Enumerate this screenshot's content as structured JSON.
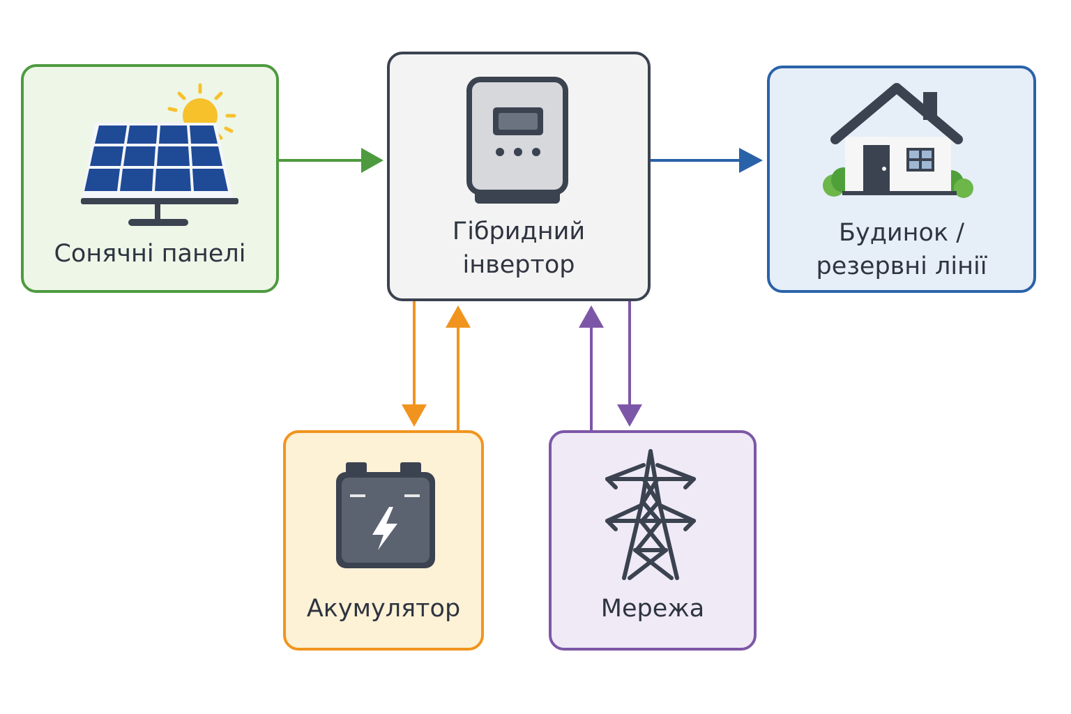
{
  "diagram": {
    "nodes": {
      "solar": {
        "label": [
          "Сонячні панелі"
        ]
      },
      "inverter": {
        "label": [
          "Гібридний",
          "інвертор"
        ]
      },
      "house": {
        "label": [
          "Будинок /",
          "резервні лінії"
        ]
      },
      "battery": {
        "label": [
          "Акумулятор"
        ]
      },
      "grid": {
        "label": [
          "Мережа"
        ]
      }
    },
    "edges": [
      {
        "from": "solar",
        "to": "inverter",
        "color": "#4d9a3f"
      },
      {
        "from": "inverter",
        "to": "house",
        "color": "#2a62a8"
      },
      {
        "from": "inverter",
        "to": "battery",
        "color": "#f0941f"
      },
      {
        "from": "battery",
        "to": "inverter",
        "color": "#f0941f"
      },
      {
        "from": "grid",
        "to": "inverter",
        "color": "#7d57a7"
      },
      {
        "from": "inverter",
        "to": "grid",
        "color": "#7d57a7"
      }
    ],
    "icons": {
      "solar": "solar-panel-sun-icon",
      "inverter": "inverter-device-icon",
      "house": "house-icon",
      "battery": "battery-icon",
      "grid": "power-tower-icon"
    }
  }
}
